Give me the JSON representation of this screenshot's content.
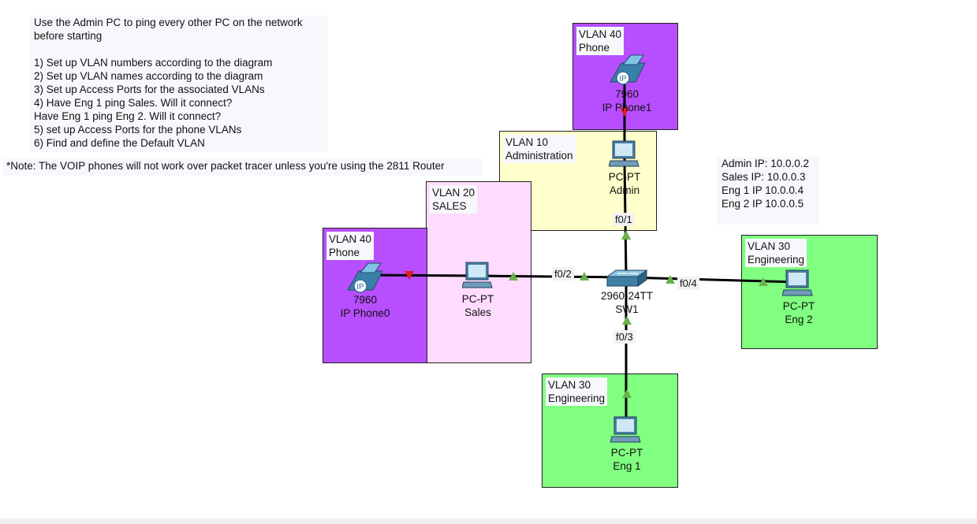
{
  "instructions": {
    "text": "Use the Admin PC to ping every other PC on the network\nbefore starting\n\n1) Set up VLAN numbers according to the diagram\n2) Set up VLAN names according to the diagram\n3) Set up Access Ports for the associated VLANs\n4) Have Eng 1 ping Sales. Will it connect?\nHave Eng 1 ping Eng 2. Will it connect?\n5) set up Access Ports for the phone VLANs\n6) Find and define the Default VLAN"
  },
  "footnote": "*Note: The VOIP phones will not work over packet tracer unless you're using the 2811 Router",
  "ip_note": "Admin IP: 10.0.0.2\nSales IP: 10.0.0.3\nEng 1 IP 10.0.0.4\nEng 2 IP 10.0.0.5",
  "areas": {
    "phone_top": "VLAN 40\nPhone",
    "admin": "VLAN 10\nAdministration",
    "sales": "VLAN 20\nSALES",
    "phone_left": "VLAN 40\nPhone",
    "eng2": "VLAN 30\nEngineering",
    "eng1": "VLAN 30\nEngineering"
  },
  "devices": {
    "ip_phone1": "7960\nIP Phone1",
    "admin_pc": "PC-PT\nAdmin",
    "ip_phone0": "7960\nIP Phone0",
    "sales_pc": "PC-PT\nSales",
    "switch": "2960-24TT\nSW1",
    "eng2_pc": "PC-PT\nEng 2",
    "eng1_pc": "PC-PT\nEng 1"
  },
  "ports": {
    "f01": "f0/1",
    "f02": "f0/2",
    "f03": "f0/3",
    "f04": "f0/4"
  },
  "icon_text": {
    "phone_badge": "IP"
  },
  "colors": {
    "vlan40": "#b74eff",
    "vlan10": "#ffffcc",
    "vlan20": "#ffdcff",
    "vlan30": "#80ff80",
    "link_up": "#6ab04c",
    "link_down": "#e01f1f"
  }
}
